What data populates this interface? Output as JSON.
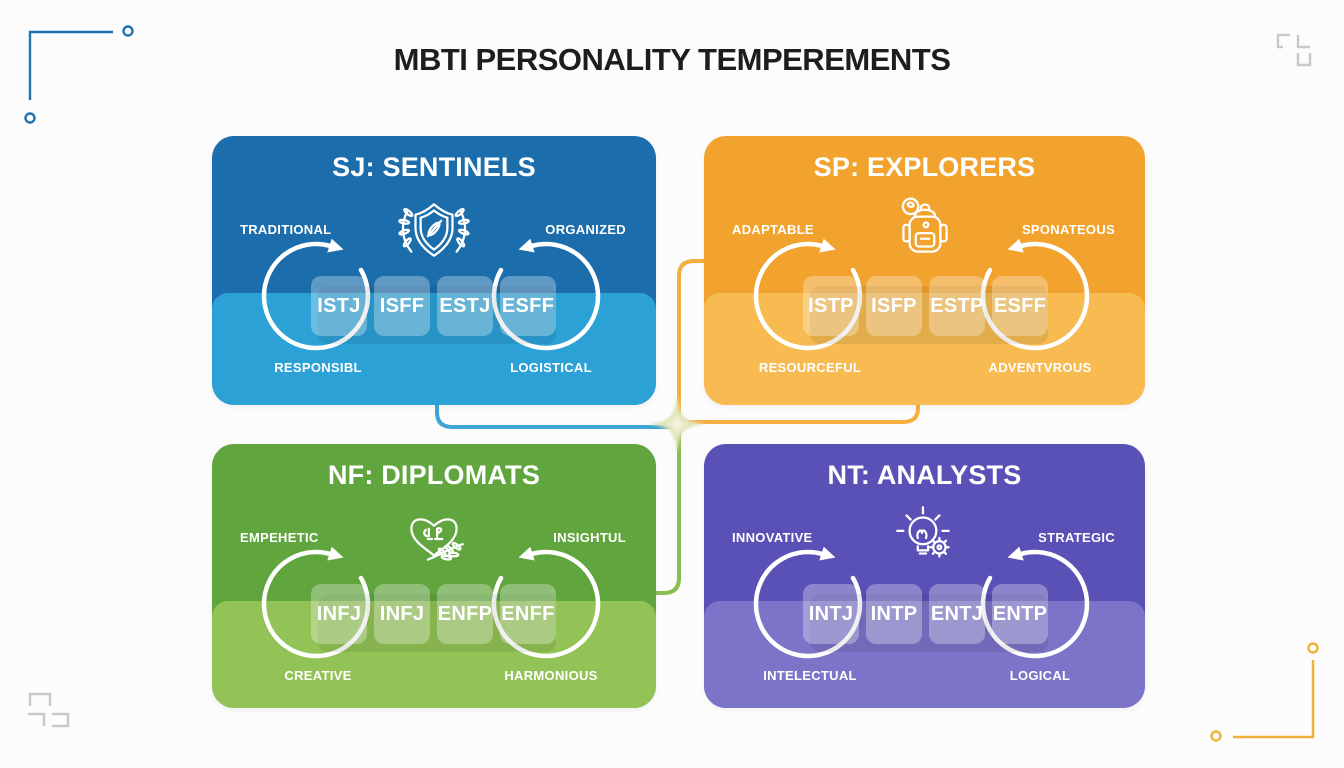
{
  "page": {
    "title": "MBTI PERSONALITY TEMPEREMENTS"
  },
  "colors": {
    "background": "#fcfcfc",
    "title_text": "#1d1d1d",
    "corner_bracket_blue": "#1e73b0",
    "corner_bracket_orange": "#f0b138",
    "corner_glyph_gray": "#c9c9c9",
    "flare": "#dfe3b4",
    "connector_blue": "#35a0d4",
    "connector_orange": "#f3ab36",
    "connector_green": "#85b94c"
  },
  "quadrants": [
    {
      "id": "sj",
      "title": "SJ: SENTINELS",
      "icon": "shield-laurel-icon",
      "color_top": "#1c6dab",
      "color_bottom": "#2ba1d6",
      "labels": {
        "top_left": "TRADITIONAL",
        "top_right": "ORGANIZED",
        "bottom_left": "RESPONSIBL",
        "bottom_right": "LOGISTICAL"
      },
      "types": [
        "ISTJ",
        "ISFF",
        "ESTJ",
        "ESFF"
      ]
    },
    {
      "id": "sp",
      "title": "SP: EXPLORERS",
      "icon": "backpack-compass-icon",
      "color_top": "#f1a32e",
      "color_bottom": "#f7bb51",
      "labels": {
        "top_left": "ADAPTABLE",
        "top_right": "SPONATEOUS",
        "bottom_left": "RESOURCEFUL",
        "bottom_right": "ADVENTVROUS"
      },
      "types": [
        "ISTP",
        "ISFP",
        "ESTP",
        "ESFF"
      ]
    },
    {
      "id": "nf",
      "title": "NF: DIPLOMATS",
      "icon": "heart-leaf-icon",
      "color_top": "#60a53d",
      "color_bottom": "#93c356",
      "labels": {
        "top_left": "EMPEHETIC",
        "top_right": "INSIGHTUL",
        "bottom_left": "CREATIVE",
        "bottom_right": "HARMONIOUS"
      },
      "types": [
        "INFJ",
        "INFJ",
        "ENFP",
        "ENFF"
      ]
    },
    {
      "id": "nt",
      "title": "NT: ANALYSTS",
      "icon": "lightbulb-gear-icon",
      "color_top": "#5a51b7",
      "color_bottom": "#7c74c9",
      "labels": {
        "top_left": "INNOVATIVE",
        "top_right": "STRATEGIC",
        "bottom_left": "INTELECTUAL",
        "bottom_right": "LOGICAL"
      },
      "types": [
        "INTJ",
        "INTP",
        "ENTJ",
        "ENTP"
      ]
    }
  ]
}
